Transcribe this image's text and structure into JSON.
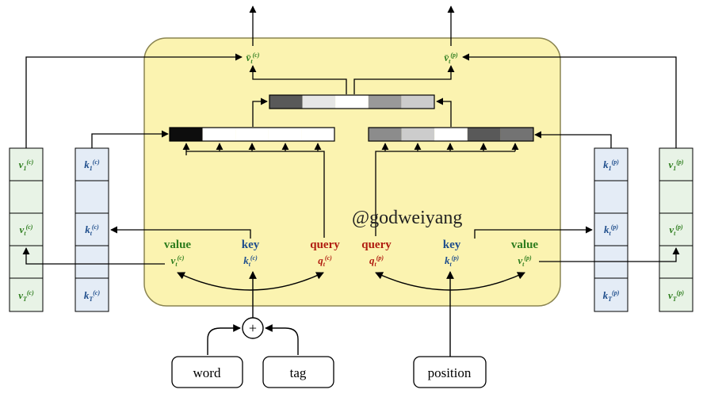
{
  "colors": {
    "panel_fill": "#fbf3b0",
    "panel_stroke": "#8a8450",
    "value_green": "#2e7d1e",
    "key_blue": "#1f4e8c",
    "query_red": "#b01c10",
    "value_cell": "#e8f3e6",
    "key_cell": "#e4ecf6",
    "arrow": "#000000"
  },
  "labels": {
    "value": "value",
    "key": "key",
    "query": "query",
    "watermark": "@godweiyang"
  },
  "content": {
    "main": "v",
    "sub_t": "t",
    "sub_1": "1",
    "sub_T": "T",
    "sup_c": "(c)",
    "sup_p": "(p)",
    "key": "k",
    "query": "q",
    "bar": "v̄"
  },
  "inputs": {
    "word": "word",
    "tag": "tag",
    "position": "position",
    "plus": "+"
  },
  "attention": {
    "content_weights": [
      0.95,
      0.0,
      0.0,
      0.0,
      0.0
    ],
    "position_weights": [
      0.45,
      0.2,
      0.0,
      0.65,
      0.55
    ],
    "combined_weights": [
      0.65,
      0.1,
      0.0,
      0.4,
      0.2
    ]
  }
}
